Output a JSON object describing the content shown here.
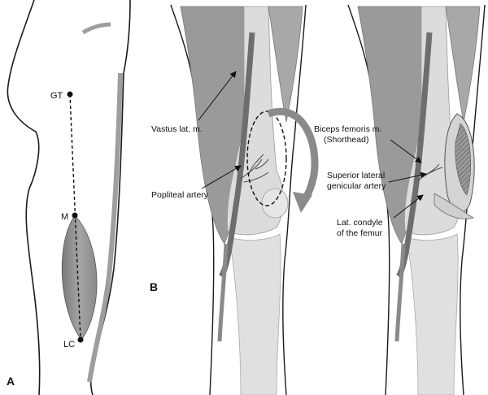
{
  "panels": {
    "a": "A",
    "b": "B"
  },
  "points": {
    "gt": "GT",
    "m": "M",
    "lc": "LC"
  },
  "labels": {
    "vastus": "Vastus lat. m.",
    "popliteal": "Popliteal artery",
    "biceps_1": "Biceps femoris m.",
    "biceps_2": "(Shorthead)",
    "superior_1": "Superior lateral",
    "superior_2": "genicular artery",
    "condyle_1": "Lat. condyle",
    "condyle_2": "of the femur"
  },
  "colors": {
    "outline": "#1a1a1a",
    "muscle": "#8c8c8c",
    "muscle_light": "#c4c4c4",
    "bone": "#dedede",
    "vessel": "#6e6e6e"
  }
}
